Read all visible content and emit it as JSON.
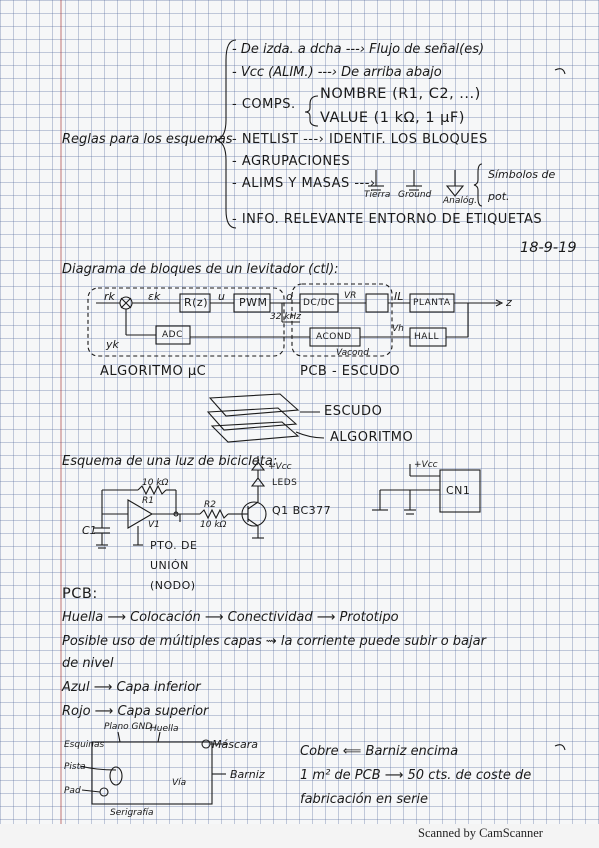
{
  "footer": {
    "scanner": "Scanned by CamScanner"
  },
  "schematic_rules": {
    "title": "Reglas para los esquemas",
    "items": [
      "- De izda. a dcha ---› Flujo de señal(es)",
      "- Vcc (ALIM.) ---› De arriba abajo",
      "- COMPS.",
      "- NETLIST ---› IDENTIF. LOS BLOQUES",
      "- AGRUPACIONES",
      "- ALIMS Y MASAS ---›",
      "- INFO. RELEVANTE ENTORNO DE ETIQUETAS"
    ],
    "comps_sub": [
      "NOMBRE (R1, C2, ...)",
      "VALUE (1 kΩ, 1 μF)"
    ],
    "ground_labels": [
      "Tierra",
      "Ground",
      "Analóg."
    ],
    "ground_note": "Símbolos de pot.",
    "date": "18-9-19"
  },
  "block_diagram": {
    "title": "Diagrama de bloques de un levitador (ctl):",
    "blocks": [
      "R(z)",
      "PWM",
      "DC/DC",
      "PLANTA",
      "ADC",
      "ACOND",
      "HALL"
    ],
    "signals": [
      "rk",
      "εk",
      "u",
      "d",
      "VR",
      "IL",
      "z",
      "yk",
      "Vh",
      "Vacond",
      "32 kHz"
    ],
    "group_labels": [
      "ALGORITMO μC",
      "PCB - ESCUDO"
    ],
    "stack_labels": [
      "ESCUDO",
      "ALGORITMO"
    ]
  },
  "bike_light": {
    "title": "Esquema de una luz de bicicleta:",
    "labels": {
      "rf": "10 kΩ",
      "r1": "R1",
      "u1": "V1",
      "r2": "R2",
      "r2_val": "10 kΩ",
      "q1": "Q1 BC377",
      "leds": "LEDS",
      "vcc": "+Vcc",
      "c1": "C1",
      "note": "PTO. DE UNIÓN (NODO)",
      "conn": "CN1",
      "vcc2": "+Vcc"
    }
  },
  "pcb": {
    "heading": "PCB:",
    "lines": [
      "Huella ⟶ Colocación ⟶ Conectividad ⟶ Prototipo",
      "Posible uso de múltiples capas ⇝ la corriente puede subir o bajar",
      "de nivel",
      "Azul ⟶ Capa inferior",
      "Rojo ⟶ Capa superior"
    ],
    "sketch_labels": [
      "Plano GND",
      "Huella",
      "Máscara",
      "Esquinas",
      "Pista",
      "Pad",
      "Serigrafía",
      "Vía",
      "Barniz"
    ],
    "notes": [
      "Cobre ⟸ Barniz encima",
      "1 m² de PCB ⟶ 50 cts. de coste de",
      "fabricación en serie"
    ]
  }
}
